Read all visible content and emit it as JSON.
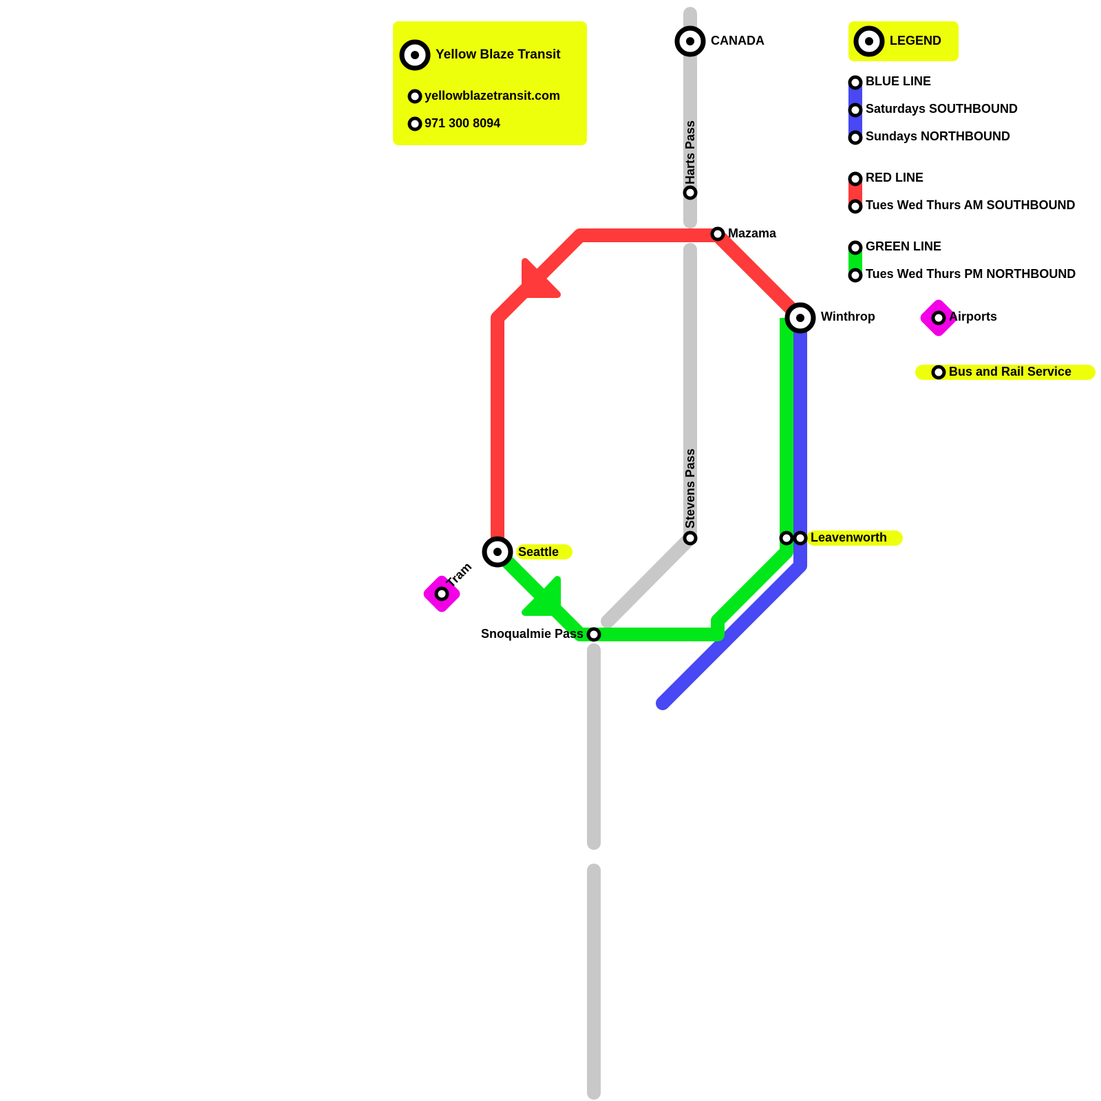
{
  "map": {
    "title": "Yellow Blaze Transit",
    "colors": {
      "blue": "#4848f4",
      "red": "#fe3a3a",
      "green": "#00e81a",
      "grey": "#c8c8c8",
      "yellow": "#eeff0c",
      "magenta": "#f200e6"
    }
  },
  "info_box": {
    "title": "Yellow Blaze Transit",
    "website": "yellowblazetransit.com",
    "phone": "971 300 8094"
  },
  "legend": {
    "title": "LEGEND",
    "blue": [
      "BLUE LINE",
      "Saturdays SOUTHBOUND",
      "Sundays NORTHBOUND"
    ],
    "red": [
      "RED LINE",
      "Tues Wed Thurs AM SOUTHBOUND"
    ],
    "green": [
      "GREEN LINE",
      "Tues Wed Thurs PM NORTHBOUND"
    ],
    "airports": "Airports",
    "bus_rail": "Bus and Rail Service"
  },
  "stations": {
    "canada": "CANADA",
    "harts_pass": "Harts Pass",
    "mazama": "Mazama",
    "winthrop": "Winthrop",
    "stevens_pass": "Stevens Pass",
    "leavenworth": "Leavenworth",
    "seattle": "Seattle",
    "tram": "Tram",
    "snoqualmie_pass": "Snoqualmie Pass"
  }
}
